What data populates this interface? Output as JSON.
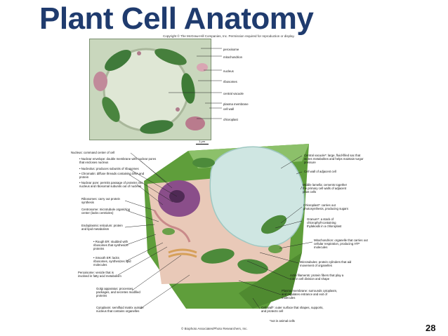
{
  "title": "Plant Cell Anatomy",
  "copyright": "Copyright © The McGraw-Hill Companies, Inc. Permission required for reproduction or display.",
  "micrograph": {
    "labels": {
      "peroxisome": "peroxisome",
      "mitochondrion": "mitochondrion",
      "nucleus": "nucleus",
      "ribosomes": "ribosomes",
      "central_vacuole": "central vacuole",
      "plasma_membrane": "plasma membrane",
      "cell_wall": "cell wall",
      "chloroplast": "chloroplast"
    },
    "scale": "1 μm"
  },
  "left_labels": {
    "nucleus_title": "Nucleus: command center of cell",
    "nuclear_envelope": "• Nuclear envelope: double membrane with nuclear pores that encloses nucleus",
    "nucleolus": "• Nucleolus: produces subunits of ribosomes",
    "chromatin": "• Chromatin: diffuse threads containing DNA and protein",
    "nuclear_pore": "• Nuclear pore: permits passage of proteins into nucleus and ribosomal subunits out of nucleus",
    "ribosomes": "Ribosomes: carry out protein synthesis",
    "centrosome": "Centrosome: microtubule organizing center (lacks centrioles)",
    "er": "Endoplasmic reticulum: protein and lipid metabolism",
    "rough_er": "• Rough ER: studded with ribosomes that synthesize proteins",
    "smooth_er": "• Smooth ER: lacks ribosomes, synthesizes lipid molecules",
    "peroxisome": "Peroxisome: vesicle that is involved in fatty acid metabolism",
    "golgi": "Golgi apparatus: processes, packages, and secretes modified proteins",
    "cytoplasm": "Cytoplasm: semifluid matrix outside nucleus that contains organelles"
  },
  "right_labels": {
    "central_vacuole": "Central vacuole*: large, fluid-filled sac that stores metabolites and helps maintain turgor pressure",
    "cell_wall_adjacent": "Cell wall of adjacent cell",
    "middle_lamella": "Middle lamella: cements together the primary cell walls of adjacent plant cells",
    "chloroplast": "Chloroplast*: carries out photosynthesis, producing sugars",
    "granum": "Granum*: a stack of chlorophyll-containing thylakoids in a chloroplast",
    "mitochondrion": "Mitochondrion: organelle that carries out cellular respiration, producing ATP molecules",
    "microtubules": "Microtubules: protein cylinders that aid movement of organelles",
    "actin": "Actin filaments: protein fibers that play a role in cell division and shape",
    "plasma_membrane": "Plasma membrane: surrounds cytoplasm, and regulates entrance and exit of molecules",
    "cell_wall": "Cell wall*: outer surface that shapes, supports, and protects cell"
  },
  "footnote": "*not in animal cells",
  "credit": "© Biophoto Associates/Photo Researchers, Inc.",
  "page_number": "28",
  "colors": {
    "title": "#1f3b6e",
    "cell_wall": "#5f9e3b",
    "vacuole": "#cfe6e2",
    "nucleus": "#8a4e8a",
    "chloroplast": "#4c8a3a",
    "mitochondrion": "#6aa04a"
  }
}
